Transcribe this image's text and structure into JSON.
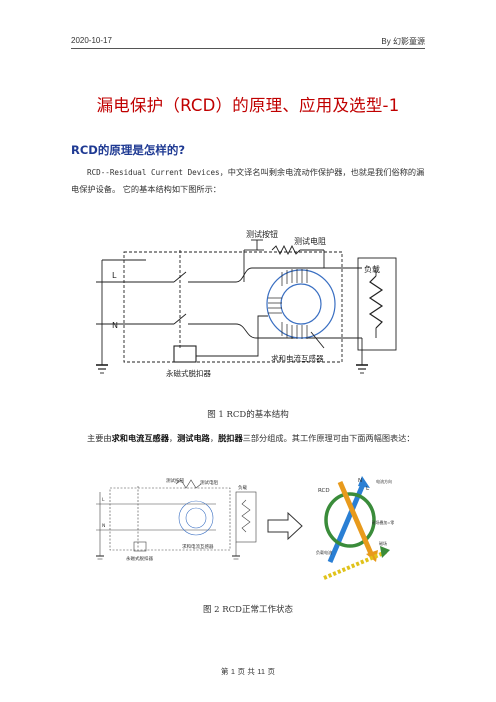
{
  "header": {
    "date": "2020-10-17",
    "by": "By",
    "author": "幻影童源"
  },
  "title": "漏电保护（RCD）的原理、应用及选型-1",
  "section": {
    "heading": "RCD的原理是怎样的?"
  },
  "para1": {
    "term": "RCD--Residual Current Devices",
    "text": "，中文译名叫剩余电流动作保护器，也就是我们俗称的漏电保护设备。 它的基本结构如下图所示："
  },
  "figure1": {
    "caption_num": "图 1 RCD",
    "caption_text": "的基本结构",
    "labels": {
      "test_button": "测试按钮",
      "test_resistor": "测试电阻",
      "load": "负载",
      "L": "L",
      "N": "N",
      "sensor": "求和电流互感器",
      "tripper": "永磁式脱扣器"
    }
  },
  "para2": {
    "lead": "主要由",
    "b1": "求和电流互感器",
    "s1": "，",
    "b2": "测试电路",
    "s2": "，",
    "b3": "脱扣器",
    "tail": "三部分组成。其工作原理可由下面两幅图表达："
  },
  "figure2": {
    "caption_num": "图 2 RCD",
    "caption_text": "正常工作状态",
    "labels": {
      "rcd": "RCD",
      "N": "N",
      "L": "L",
      "current_dir": "电流方向",
      "sum_zero": "磁场叠加=零",
      "load_current": "负载电流",
      "field": "磁场"
    },
    "colors": {
      "n_arrow": "#2a7fd4",
      "l_arrow": "#e89a1c",
      "ring": "#3a8c3a",
      "field": "#e0c21a"
    }
  },
  "footer": {
    "pre": "第",
    "page": "1",
    "mid": "页 共",
    "total": "11",
    "post": "页"
  }
}
